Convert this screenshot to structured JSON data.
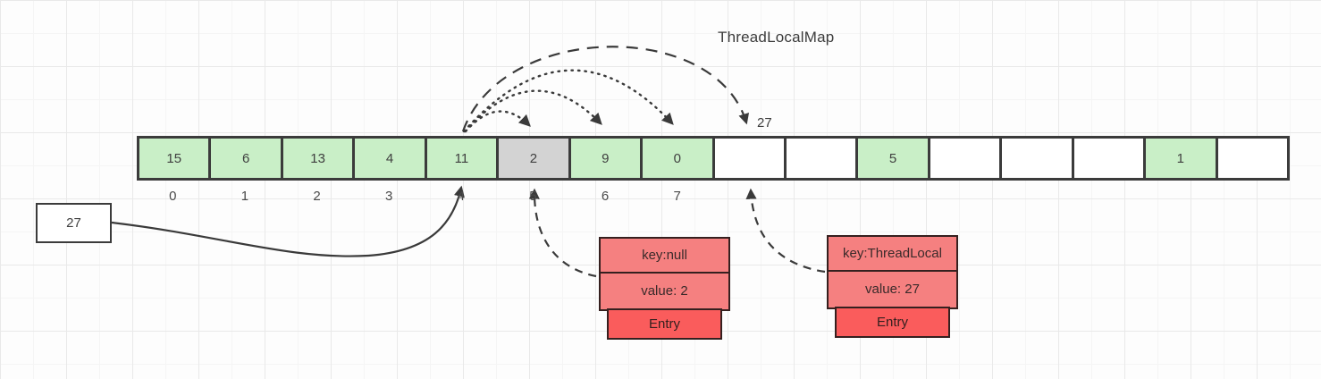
{
  "title": "ThreadLocalMap",
  "probe_label": "27",
  "value_box": {
    "label": "27"
  },
  "array": {
    "cells": [
      {
        "value": "15",
        "type": "green",
        "index": "0"
      },
      {
        "value": "6",
        "type": "green",
        "index": "1"
      },
      {
        "value": "13",
        "type": "green",
        "index": "2"
      },
      {
        "value": "4",
        "type": "green",
        "index": "3"
      },
      {
        "value": "11",
        "type": "green",
        "index": "4"
      },
      {
        "value": "2",
        "type": "gray",
        "index": "5"
      },
      {
        "value": "9",
        "type": "green",
        "index": "6"
      },
      {
        "value": "0",
        "type": "green",
        "index": "7"
      },
      {
        "value": "",
        "type": "empty",
        "index": ""
      },
      {
        "value": "",
        "type": "empty",
        "index": ""
      },
      {
        "value": "5",
        "type": "green",
        "index": ""
      },
      {
        "value": "",
        "type": "empty",
        "index": ""
      },
      {
        "value": "",
        "type": "empty",
        "index": ""
      },
      {
        "value": "",
        "type": "empty",
        "index": ""
      },
      {
        "value": "1",
        "type": "green",
        "index": ""
      },
      {
        "value": "",
        "type": "empty",
        "index": ""
      }
    ]
  },
  "entries": [
    {
      "key": "key:null",
      "value": "value: 2",
      "tab": "Entry"
    },
    {
      "key": "key:ThreadLocal",
      "value": "value: 27",
      "tab": "Entry"
    }
  ],
  "colors": {
    "cell_green": "#c9efc7",
    "cell_gray": "#d3d3d3",
    "cell_border": "#3b3b3b",
    "entry_row": "#f58080",
    "entry_tab": "#fa5c5c",
    "entry_border": "#35201f",
    "line": "#3a3a3a"
  }
}
